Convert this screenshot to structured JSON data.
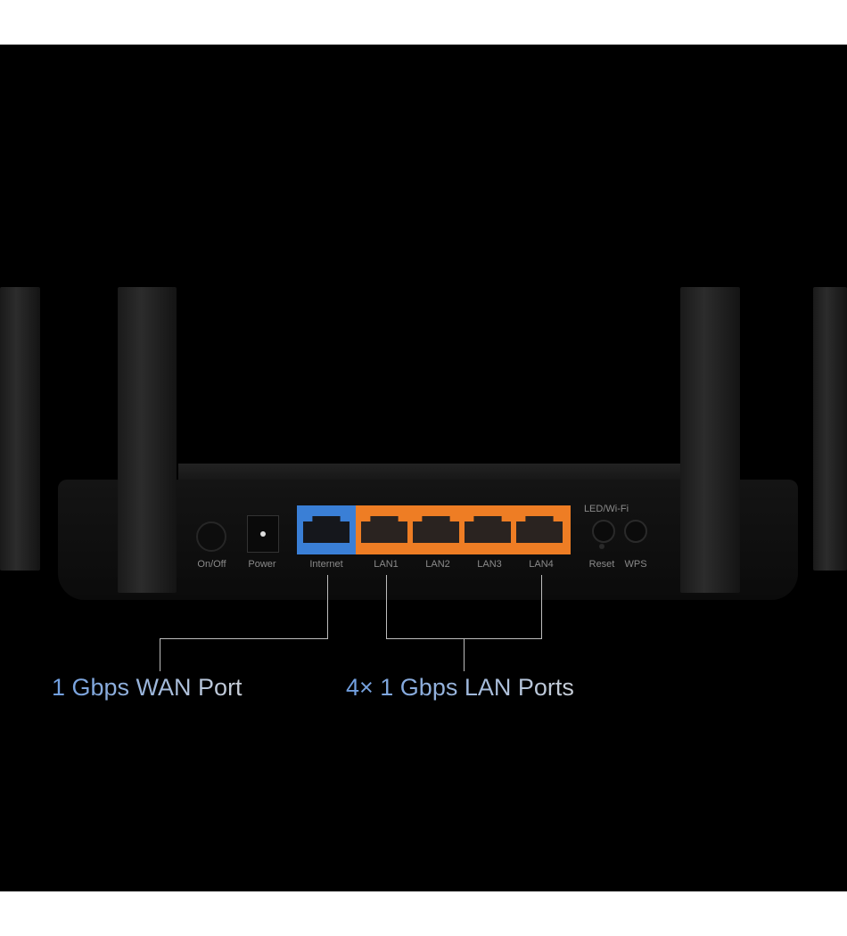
{
  "router": {
    "rear_labels": {
      "on_off": "On/Off",
      "power": "Power",
      "internet": "Internet",
      "lan": [
        "LAN1",
        "LAN2",
        "LAN3",
        "LAN4"
      ],
      "led_wifi": "LED/Wi-Fi",
      "reset": "Reset",
      "wps": "WPS"
    },
    "colors": {
      "wan_port": "#3a7fd6",
      "lan_ports": "#ee7d24",
      "background": "#000000"
    }
  },
  "callouts": {
    "wan": "1 Gbps WAN Port",
    "lan": "4× 1 Gbps LAN Ports"
  }
}
